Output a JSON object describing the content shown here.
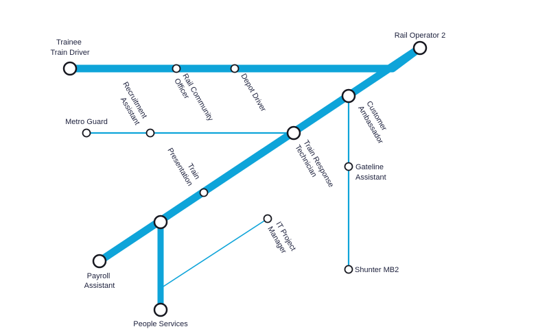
{
  "colors": {
    "line": "#0ea4d9",
    "station_fill": "#ffffff",
    "station_stroke": "#16171f",
    "label": "#1b1f3b"
  },
  "stations": {
    "trainee_driver": {
      "lines": [
        "Trainee",
        "Train Driver"
      ]
    },
    "rail_community_officer": {
      "lines": [
        "Rail Community",
        "Officer"
      ]
    },
    "depot_driver": {
      "lines": [
        "Depot Driver"
      ]
    },
    "rail_operator_2": {
      "lines": [
        "Rail Operator 2"
      ]
    },
    "customer_ambassador": {
      "lines": [
        "Customer",
        "Ambassador"
      ]
    },
    "recruitment_assistant": {
      "lines": [
        "Recruitment",
        "Assistant"
      ]
    },
    "metro_guard": {
      "lines": [
        "Metro Guard"
      ]
    },
    "train_response_technician": {
      "lines": [
        "Train Response",
        "Technician"
      ]
    },
    "gateline_assistant": {
      "lines": [
        "Gateline",
        "Assistant"
      ]
    },
    "train_presentation": {
      "lines": [
        "Train",
        "Presentation"
      ]
    },
    "it_project_manager": {
      "lines": [
        "IT Project",
        "Manager"
      ]
    },
    "payroll_assistant": {
      "lines": [
        "Payroll",
        "Assistant"
      ]
    },
    "people_services": {
      "lines": [
        "People Services"
      ]
    },
    "shunter_mb2": {
      "lines": [
        "Shunter MB2"
      ]
    }
  }
}
